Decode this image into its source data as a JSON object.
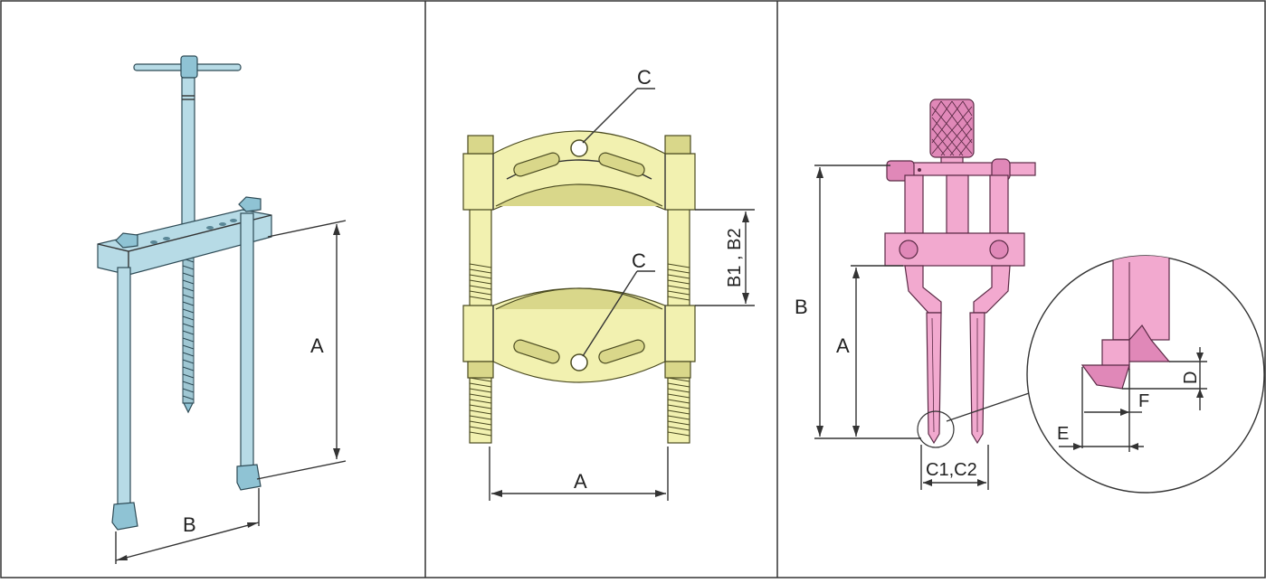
{
  "panel_1": {
    "label_a": "A",
    "label_b": "B"
  },
  "panel_2": {
    "label_c_top": "C",
    "label_c_bottom": "C",
    "label_b1b2": "B1 , B2",
    "label_a": "A"
  },
  "panel_3": {
    "label_b": "B",
    "label_a": "A",
    "label_c1c2": "C1,C2",
    "label_d": "D",
    "label_e": "E",
    "label_f": "F"
  },
  "colors": {
    "puller_blue": "#b7dbe6",
    "separator_yellow": "#f2f1b0",
    "puller_pink": "#f2a9cf",
    "frame": "#333333"
  }
}
